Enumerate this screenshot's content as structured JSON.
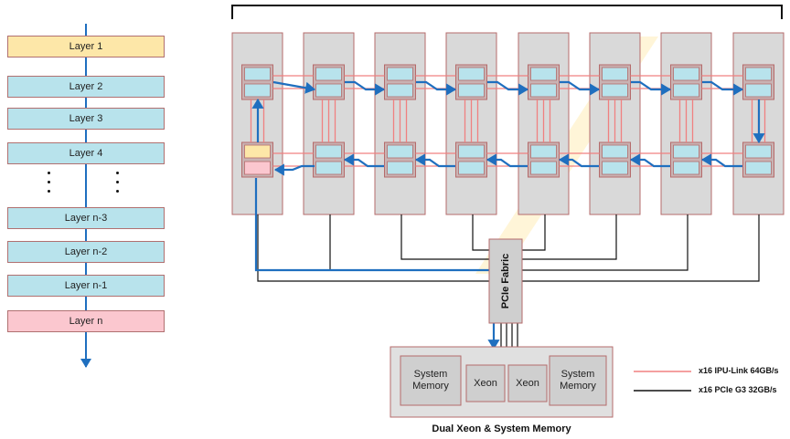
{
  "layers": {
    "items": [
      "Layer 1",
      "Layer 2",
      "Layer 3",
      "Layer 4",
      "Layer n-3",
      "Layer n-2",
      "Layer n-1",
      "Layer n"
    ]
  },
  "fabric": {
    "pcie_label": "PCIe Fabric"
  },
  "host": {
    "memory_left": "System Memory",
    "xeon_left": "Xeon",
    "xeon_right": "Xeon",
    "memory_right": "System Memory",
    "caption": "Dual Xeon & System Memory"
  },
  "legend": {
    "ipu_link": "x16 IPU-Link 64GB/s",
    "pcie": "x16 PCIe G3 32GB/s"
  },
  "colors": {
    "ipu_card": "#d9d9d9",
    "card_border": "#b56b6b",
    "chip_fill": "#b8e3ec",
    "flow_arrow": "#1f6fbf",
    "ipu_link_line": "#f08080",
    "pcie_line": "#111111",
    "layer_first": "#fde7a8",
    "layer_mid": "#b8e3ec",
    "layer_last": "#fbc7cf"
  }
}
